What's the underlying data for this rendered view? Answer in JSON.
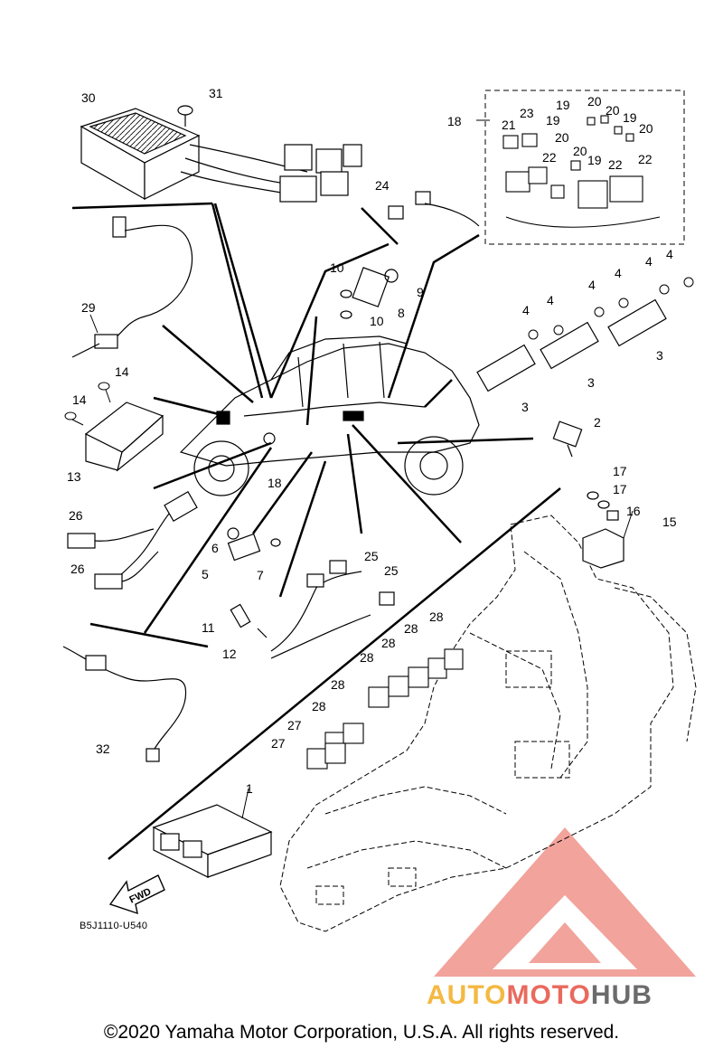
{
  "diagram_code": "B5J1110-U540",
  "fwd_label": "FWD",
  "copyright": "©2020 Yamaha Motor Corporation, U.S.A. All rights reserved.",
  "watermark": {
    "part1": "AUTO",
    "part2": "MOTO",
    "part3": "HUB"
  },
  "colors": {
    "watermark_red": "#e8665a",
    "watermark_yellow": "#f4b942",
    "watermark_gray": "#6b6b6b"
  },
  "callouts": [
    "1",
    "2",
    "3",
    "3",
    "3",
    "4",
    "4",
    "4",
    "4",
    "4",
    "4",
    "5",
    "6",
    "7",
    "8",
    "9",
    "10",
    "10",
    "11",
    "12",
    "13",
    "14",
    "14",
    "15",
    "16",
    "17",
    "17",
    "18",
    "18",
    "19",
    "19",
    "19",
    "19",
    "20",
    "20",
    "20",
    "20",
    "20",
    "21",
    "22",
    "22",
    "22",
    "23",
    "24",
    "25",
    "25",
    "26",
    "26",
    "27",
    "27",
    "28",
    "28",
    "28",
    "28",
    "28",
    "28",
    "29",
    "30",
    "31",
    "32"
  ]
}
